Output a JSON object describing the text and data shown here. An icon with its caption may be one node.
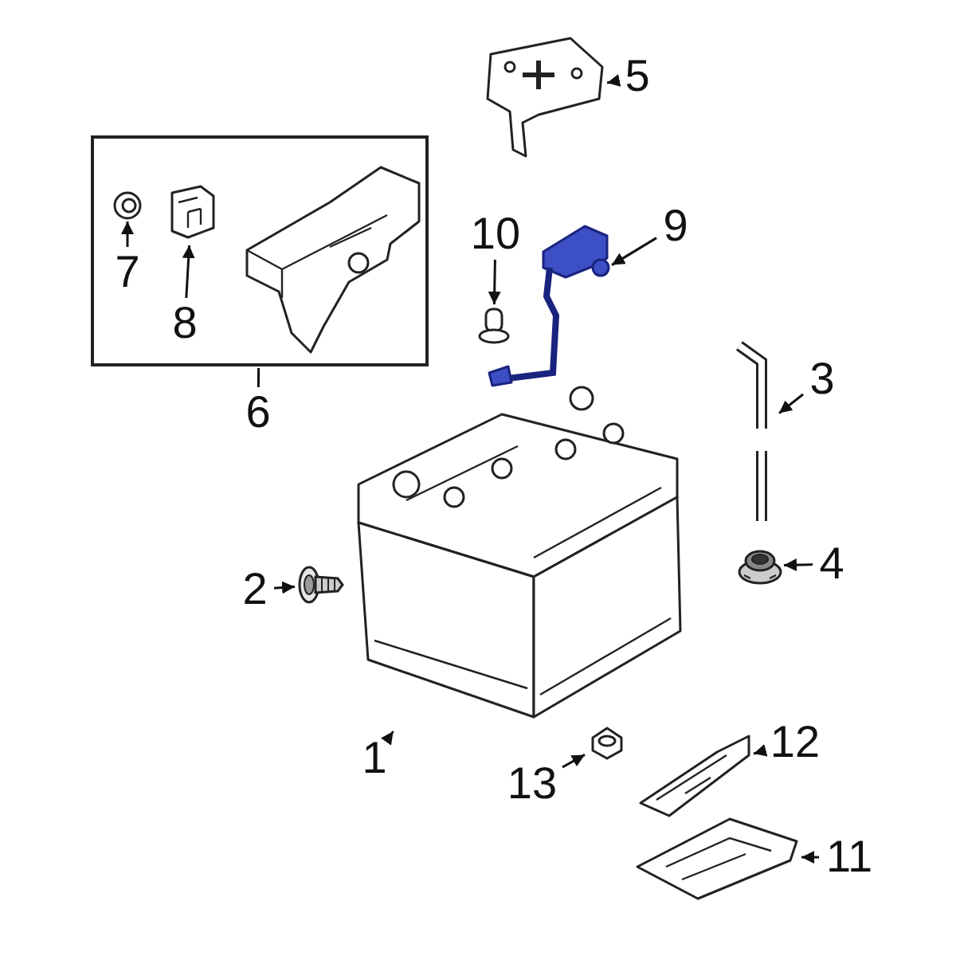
{
  "diagram": {
    "nodes": [
      {
        "text": [
          "5"
        ]
      },
      {
        "text": [],
        "shape": "picture"
      },
      {
        "text": [],
        "shape": "box"
      },
      {
        "text": [],
        "shape": "picture",
        "in": 2
      },
      {
        "text": [
          "7"
        ],
        "in": 2
      },
      {
        "text": [],
        "shape": "picture",
        "in": 2
      },
      {
        "text": [
          "8"
        ],
        "in": 2
      },
      {
        "text": [],
        "shape": "picture",
        "in": 2
      },
      {
        "text": [
          "6"
        ]
      },
      {
        "text": [
          "10"
        ]
      },
      {
        "text": [],
        "shape": "picture"
      },
      {
        "text": [
          "9"
        ]
      },
      {
        "text": [],
        "shape": "picture"
      },
      {
        "text": [
          "3"
        ]
      },
      {
        "text": [],
        "shape": "picture"
      },
      {
        "text": [],
        "shape": "picture"
      },
      {
        "text": [
          "2"
        ]
      },
      {
        "text": [],
        "shape": "picture"
      },
      {
        "text": [
          "4"
        ]
      },
      {
        "text": [],
        "shape": "picture"
      },
      {
        "text": [
          "1"
        ]
      },
      {
        "text": [
          "12"
        ]
      },
      {
        "text": [],
        "shape": "picture"
      },
      {
        "text": [
          "13"
        ]
      },
      {
        "text": [],
        "shape": "picture"
      },
      {
        "text": [
          "11"
        ]
      },
      {
        "text": [],
        "shape": "picture"
      }
    ],
    "edges": [
      {
        "from": 0,
        "to": 1,
        "arrow": "to"
      },
      {
        "from": 4,
        "to": 3,
        "arrow": "to"
      },
      {
        "from": 6,
        "to": 5,
        "arrow": "to"
      },
      {
        "from": 8,
        "to": 2,
        "arrow": "none"
      },
      {
        "from": 9,
        "to": 10,
        "arrow": "to"
      },
      {
        "from": 11,
        "to": 12,
        "arrow": "to"
      },
      {
        "from": 13,
        "to": 14,
        "arrow": "to"
      },
      {
        "from": 16,
        "to": 17,
        "arrow": "to"
      },
      {
        "from": 18,
        "to": 19,
        "arrow": "to"
      },
      {
        "from": 20,
        "to": 15,
        "arrow": "to"
      },
      {
        "from": 21,
        "to": 22,
        "arrow": "to"
      },
      {
        "from": 23,
        "to": 24,
        "arrow": "to"
      },
      {
        "from": 25,
        "to": 26,
        "arrow": "to"
      }
    ]
  }
}
